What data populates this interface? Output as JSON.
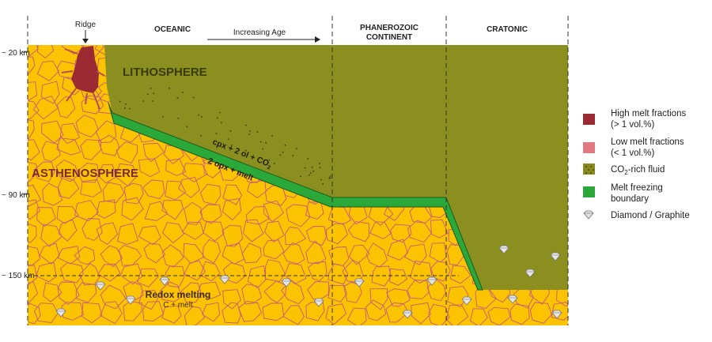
{
  "headers": {
    "ridge": "Ridge",
    "oceanic": "OCEANIC",
    "increasing_age": "Increasing Age",
    "phanerozoic_line1": "PHANEROZOIC",
    "phanerozoic_line2": "CONTINENT",
    "cratonic": "CRATONIC"
  },
  "depth_labels": [
    "~ 20 km",
    "~ 90 km",
    "~ 150 km"
  ],
  "regions": {
    "lithosphere": "LITHOSPHERE",
    "asthenosphere": "ASTHENOSPHERE",
    "redox_title": "Redox melting",
    "redox_sub": "C + melt"
  },
  "reactions": {
    "upper_base": "cpx + 2 ol + CO",
    "upper_sub": "2",
    "lower": "2 opx + melt"
  },
  "legend": [
    {
      "line1": "High melt fractions",
      "line2": "(> 1 vol.%)",
      "icon": "high-melt-swatch",
      "color": "#9b2a33"
    },
    {
      "line1": "Low melt fractions",
      "line2": "(< 1 vol.%)",
      "icon": "low-melt-swatch",
      "color": "#e07a80"
    },
    {
      "line1_base": "CO",
      "line1_sub": "2",
      "line1_rest": "-rich fluid",
      "icon": "co2-fluid-swatch",
      "color": "#8a8a1e"
    },
    {
      "line1": "Melt freezing",
      "line2": "boundary",
      "icon": "freezing-boundary-swatch",
      "color": "#2aa83a"
    },
    {
      "line1": "Diamond / Graphite",
      "icon": "diamond-icon",
      "color": "#c8c8c8"
    }
  ],
  "colors": {
    "asthenosphere": "#fcc400",
    "lithosphere": "#8b8f1f",
    "freezing_boundary": "#2aa83a",
    "high_melt": "#9b2a33",
    "low_melt": "#c8587e"
  }
}
